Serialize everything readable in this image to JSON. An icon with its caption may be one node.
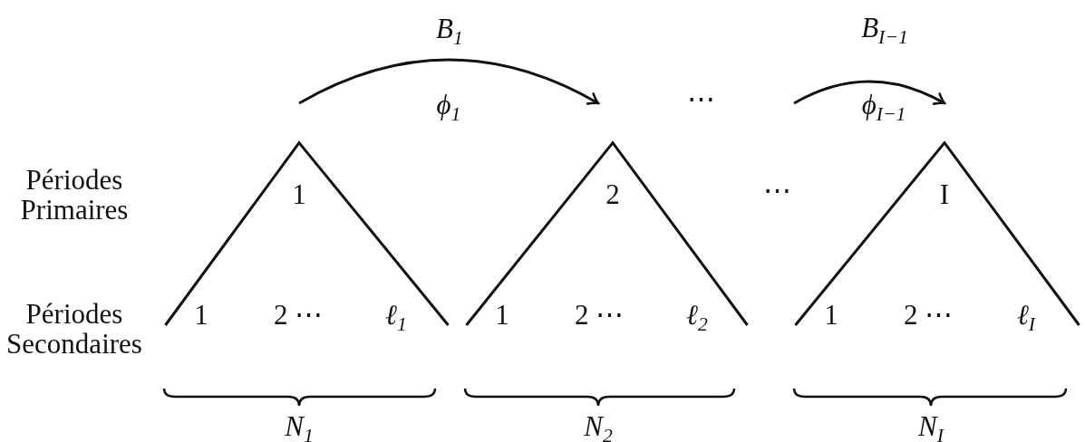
{
  "diagram": {
    "nodes": [
      {
        "text": [
          "1",
          "1",
          "2 ⋯",
          "ℓ$_{1}$"
        ]
      },
      {
        "text": [
          "2",
          "1",
          "2 ⋯",
          "ℓ$_{2}$"
        ]
      },
      {
        "text": [
          "I",
          "1",
          "2 ⋯",
          "ℓ$_{I}$"
        ]
      }
    ],
    "edges": [
      {
        "from": 0,
        "to": 1,
        "arrow": "to",
        "label": "B$_{1}$"
      },
      {
        "from": null,
        "to": 2,
        "arrow": "to",
        "label": "B$_{I−1}$"
      }
    ],
    "labels": [
      "ϕ$_{1}$",
      "⋯",
      "ϕ$_{I−1}$",
      "Périodes Primaires",
      "⋯",
      "Périodes Secondaires",
      "N$_{1}$",
      "N$_{2}$",
      "N$_{I}$"
    ]
  }
}
